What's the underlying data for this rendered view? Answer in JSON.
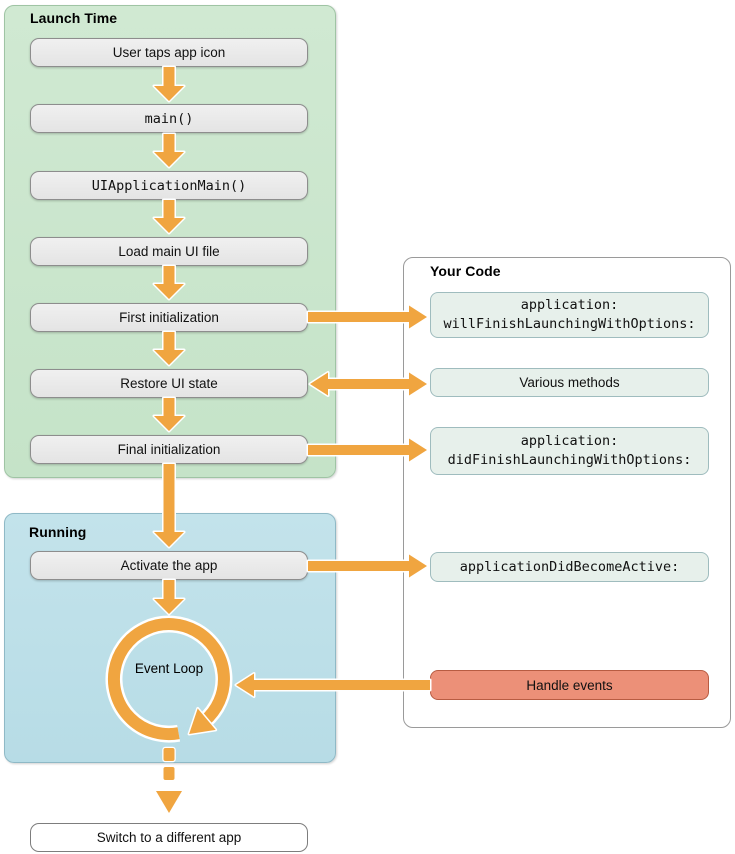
{
  "launch": {
    "title": "Launch Time",
    "steps": [
      {
        "label": "User taps app icon"
      },
      {
        "label": "main()"
      },
      {
        "label": "UIApplicationMain()"
      },
      {
        "label": "Load main UI file"
      },
      {
        "label": "First initialization"
      },
      {
        "label": "Restore UI state"
      },
      {
        "label": "Final initialization"
      }
    ]
  },
  "running": {
    "title": "Running",
    "activate_step": "Activate the app",
    "event_loop": {
      "lines": [
        "Event",
        "Loop"
      ]
    }
  },
  "your_code": {
    "title": "Your Code",
    "callbacks": [
      {
        "lines": [
          "application:",
          "willFinishLaunchingWithOptions:"
        ]
      },
      {
        "lines": [
          "Various methods"
        ]
      },
      {
        "lines": [
          "application:",
          "didFinishLaunchingWithOptions:"
        ]
      },
      {
        "lines": [
          "applicationDidBecomeActive:"
        ]
      },
      {
        "lines": [
          "Handle events"
        ]
      }
    ]
  },
  "footer": {
    "switch_step": "Switch to a different app"
  },
  "colors": {
    "arrow_orange": "#F0A540",
    "launch_panel_green": "#C9E5CB",
    "running_panel_blue": "#BBDEE8",
    "callback_box_mint": "#E7F0EB",
    "handle_events_salmon": "#EC9078",
    "step_box_gray": "#EAEAEA"
  }
}
